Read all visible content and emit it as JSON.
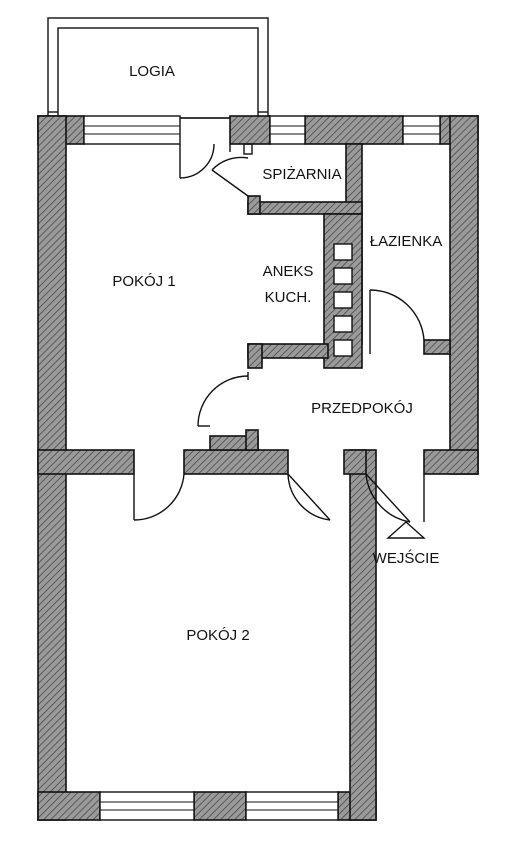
{
  "rooms": {
    "logia": "LOGIA",
    "spizarnia": "SPIŻARNIA",
    "lazienka": "ŁAZIENKA",
    "aneks_line1": "ANEKS",
    "aneks_line2": "KUCH.",
    "pokoj1": "POKÓJ 1",
    "przedpokoj": "PRZEDPOKÓJ",
    "pokoj2": "POKÓJ 2"
  },
  "entrance": "WEJŚCIE",
  "colors": {
    "wall_fill": "#8f8f8f",
    "line": "#111111",
    "background": "#ffffff"
  }
}
